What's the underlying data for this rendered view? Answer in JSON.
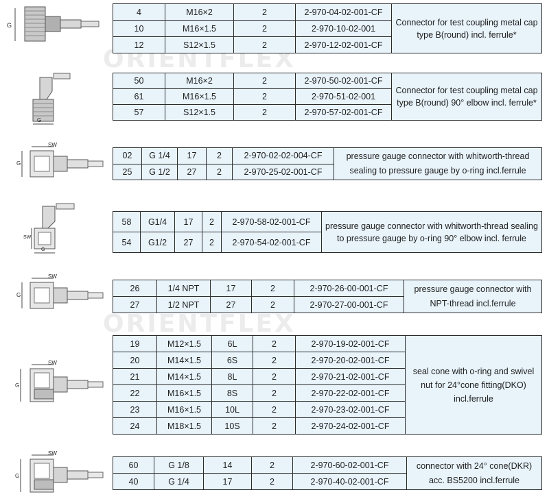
{
  "watermark": "ORIENTFLEX",
  "sections": [
    {
      "rows": [
        [
          "4",
          "M16×2",
          "2",
          "2-970-04-02-001-CF"
        ],
        [
          "10",
          "M16×1.5",
          "2",
          "2-970-10-02-001"
        ],
        [
          "12",
          "S12×1.5",
          "2",
          "2-970-12-02-001-CF"
        ]
      ],
      "description": "Connector for test coupling metal cap type B(round) incl. ferrule*"
    },
    {
      "rows": [
        [
          "50",
          "M16×2",
          "2",
          "2-970-50-02-001-CF"
        ],
        [
          "61",
          "M16×1.5",
          "2",
          "2-970-51-02-001"
        ],
        [
          "57",
          "S12×1.5",
          "2",
          "2-970-57-02-001-CF"
        ]
      ],
      "description": "Connector for test coupling metal cap type B(round) 90° elbow incl. ferrule*"
    },
    {
      "rows": [
        [
          "02",
          "G 1/4",
          "17",
          "2",
          "2-970-02-02-004-CF"
        ],
        [
          "25",
          "G 1/2",
          "27",
          "2",
          "2-970-25-02-001-CF"
        ]
      ],
      "description": "pressure gauge connector with whitworth-thread sealing to pressure gauge by o-ring incl.ferrule"
    },
    {
      "rows": [
        [
          "58",
          "G1/4",
          "17",
          "2",
          "2-970-58-02-001-CF"
        ],
        [
          "54",
          "G1/2",
          "27",
          "2",
          "2-970-54-02-001-CF"
        ]
      ],
      "description": "pressure gauge connector with whitworth-thread sealing to pressure gauge by o-ring 90° elbow incl. ferrule"
    },
    {
      "rows": [
        [
          "26",
          "1/4 NPT",
          "17",
          "2",
          "2-970-26-00-001-CF"
        ],
        [
          "27",
          "1/2 NPT",
          "27",
          "2",
          "2-970-27-00-001-CF"
        ]
      ],
      "description": "pressure gauge connector with NPT-thread incl.ferrule"
    },
    {
      "rows": [
        [
          "19",
          "M12×1.5",
          "6L",
          "2",
          "2-970-19-02-001-CF"
        ],
        [
          "20",
          "M14×1.5",
          "6S",
          "2",
          "2-970-20-02-001-CF"
        ],
        [
          "21",
          "M14×1.5",
          "8L",
          "2",
          "2-970-21-02-001-CF"
        ],
        [
          "22",
          "M16×1.5",
          "8S",
          "2",
          "2-970-22-02-001-CF"
        ],
        [
          "23",
          "M16×1.5",
          "10L",
          "2",
          "2-970-23-02-001-CF"
        ],
        [
          "24",
          "M18×1.5",
          "10S",
          "2",
          "2-970-24-02-001-CF"
        ]
      ],
      "description": "seal cone with o-ring and swivel nut for 24°cone fitting(DKO) incl.ferrule"
    },
    {
      "rows": [
        [
          "60",
          "G 1/8",
          "14",
          "2",
          "2-970-60-02-001-CF"
        ],
        [
          "40",
          "G 1/4",
          "17",
          "2",
          "2-970-40-02-001-CF"
        ]
      ],
      "description": "connector with  24° cone(DKR) acc. BS5200 incl.ferrule"
    }
  ],
  "drawing_labels": {
    "g": "G",
    "sw": "SW"
  }
}
